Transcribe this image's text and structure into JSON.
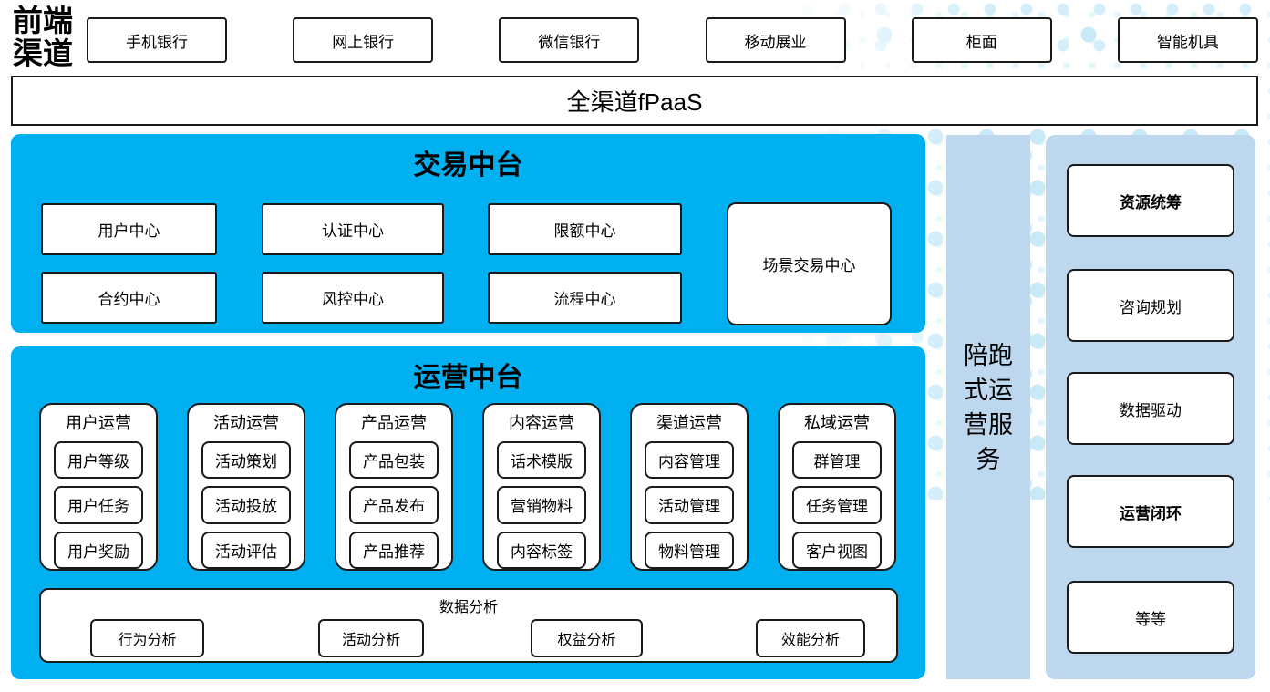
{
  "channels": {
    "label": "前端渠道",
    "items": [
      "手机银行",
      "网上银行",
      "微信银行",
      "移动展业",
      "柜面",
      "智能机具"
    ]
  },
  "fpaas": {
    "label": "全渠道fPaaS"
  },
  "transaction": {
    "title": "交易中台",
    "row1": [
      "用户中心",
      "认证中心",
      "限额中心"
    ],
    "row2": [
      "合约中心",
      "风控中心",
      "流程中心"
    ],
    "tall": "场景交易中心"
  },
  "operations": {
    "title": "运营中台",
    "columns": [
      {
        "header": "用户运营",
        "items": [
          "用户等级",
          "用户任务",
          "用户奖励"
        ]
      },
      {
        "header": "活动运营",
        "items": [
          "活动策划",
          "活动投放",
          "活动评估"
        ]
      },
      {
        "header": "产品运营",
        "items": [
          "产品包装",
          "产品发布",
          "产品推荐"
        ]
      },
      {
        "header": "内容运营",
        "items": [
          "话术模版",
          "营销物料",
          "内容标签"
        ]
      },
      {
        "header": "渠道运营",
        "items": [
          "内容管理",
          "活动管理",
          "物料管理"
        ]
      },
      {
        "header": "私域运营",
        "items": [
          "群管理",
          "任务管理",
          "客户视图"
        ]
      }
    ],
    "analytics": {
      "header": "数据分析",
      "items": [
        "行为分析",
        "活动分析",
        "权益分析",
        "效能分析"
      ]
    }
  },
  "companion": {
    "label": "陪跑式运营服务"
  },
  "services": {
    "items": [
      {
        "label": "资源统筹",
        "bold": true
      },
      {
        "label": "咨询规划",
        "bold": false
      },
      {
        "label": "数据驱动",
        "bold": false
      },
      {
        "label": "运营闭环",
        "bold": true
      },
      {
        "label": "等等",
        "bold": false
      }
    ]
  },
  "colors": {
    "primary_blue": "#00B0F0",
    "light_blue": "#BDD7EE",
    "dot_blue": "#C7E9F8",
    "border": "#1A1A1A"
  }
}
